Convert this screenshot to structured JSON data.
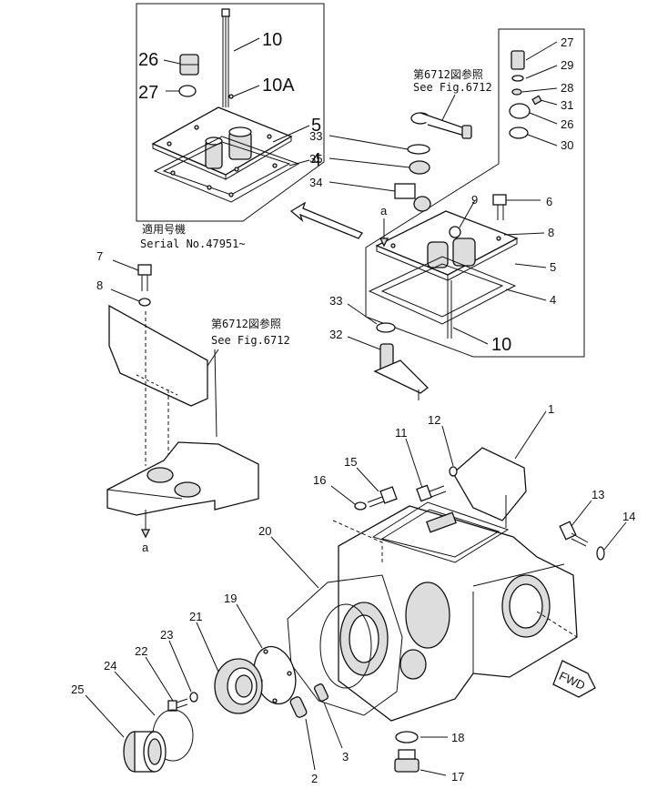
{
  "inset_box": {
    "labels": [
      "10",
      "26",
      "27",
      "10A",
      "5",
      "4"
    ],
    "serial_jp": "適用号機",
    "serial_en": "Serial No.47951~"
  },
  "right_box": {
    "labels": [
      "27",
      "29",
      "28",
      "31",
      "26",
      "30",
      "33",
      "35",
      "34",
      "9",
      "6",
      "8",
      "5",
      "4",
      "10",
      "33",
      "32"
    ],
    "see_jp": "第6712図参照",
    "see_en": "See Fig.6712"
  },
  "left_assembly": {
    "labels": [
      "7",
      "8"
    ],
    "see_jp": "第6712図参照",
    "see_en": "See Fig.6712",
    "ref_a_top": "a",
    "ref_a_bottom": "a"
  },
  "main_assembly": {
    "labels": [
      "1",
      "11",
      "12",
      "15",
      "16",
      "13",
      "14",
      "20",
      "19",
      "21",
      "23",
      "22",
      "24",
      "25",
      "2",
      "3",
      "18",
      "17"
    ],
    "fwd": "FWD"
  }
}
